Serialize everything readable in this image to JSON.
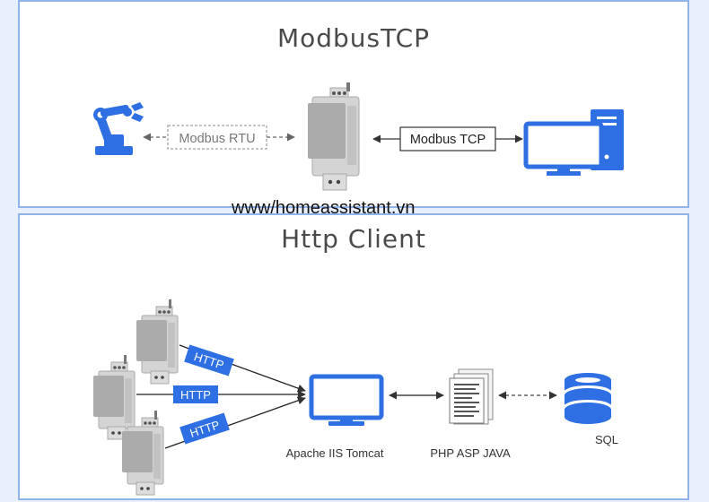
{
  "modbus_section": {
    "title": "ModbusTCP",
    "rtu_label": "Modbus RTU",
    "tcp_label": "Modbus TCP"
  },
  "http_section": {
    "title": "Http Client",
    "http_labels": [
      "HTTP",
      "HTTP",
      "HTTP"
    ],
    "server_label": "Apache IIS Tomcat",
    "languages_label": "PHP ASP JAVA",
    "database_label": "SQL"
  },
  "watermark": "www/homeassistant.vn",
  "colors": {
    "accent": "#2f6fe4",
    "panel_border": "#8fb4ec",
    "device_gray": "#c8c8c8"
  }
}
